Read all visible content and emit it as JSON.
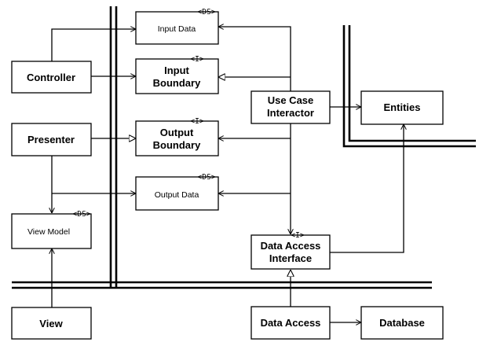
{
  "boxes": {
    "input_data": {
      "label": "Input Data",
      "stereotype": "<DS>"
    },
    "input_boundary": {
      "line1": "Input",
      "line2": "Boundary",
      "stereotype": "<I>"
    },
    "output_boundary": {
      "line1": "Output",
      "line2": "Boundary",
      "stereotype": "<I>"
    },
    "output_data": {
      "label": "Output Data",
      "stereotype": "<DS>"
    },
    "controller": {
      "label": "Controller"
    },
    "presenter": {
      "label": "Presenter"
    },
    "view_model": {
      "label": "View Model",
      "stereotype": "<DS>"
    },
    "view": {
      "label": "View"
    },
    "use_case_interactor": {
      "line1": "Use Case",
      "line2": "Interactor"
    },
    "entities": {
      "label": "Entities"
    },
    "data_access_interface": {
      "line1": "Data Access",
      "line2": "Interface",
      "stereotype": "<I>"
    },
    "data_access": {
      "label": "Data Access"
    },
    "database": {
      "label": "Database"
    }
  },
  "connections": [
    {
      "from": "controller",
      "to": "input_data",
      "arrow": "open"
    },
    {
      "from": "controller",
      "to": "input_boundary",
      "arrow": "open"
    },
    {
      "from": "use_case_interactor",
      "to": "input_data",
      "arrow": "open"
    },
    {
      "from": "use_case_interactor",
      "to": "input_boundary",
      "arrow": "hollow-triangle"
    },
    {
      "from": "use_case_interactor",
      "to": "output_boundary",
      "arrow": "open"
    },
    {
      "from": "use_case_interactor",
      "to": "output_data",
      "arrow": "open"
    },
    {
      "from": "use_case_interactor",
      "to": "entities",
      "arrow": "open"
    },
    {
      "from": "use_case_interactor",
      "to": "data_access_interface",
      "arrow": "open"
    },
    {
      "from": "presenter",
      "to": "output_boundary",
      "arrow": "hollow-triangle"
    },
    {
      "from": "presenter",
      "to": "output_data",
      "arrow": "open"
    },
    {
      "from": "presenter",
      "to": "view_model",
      "arrow": "open"
    },
    {
      "from": "view",
      "to": "view_model",
      "arrow": "open"
    },
    {
      "from": "data_access_interface",
      "to": "entities",
      "arrow": "open"
    },
    {
      "from": "data_access",
      "to": "data_access_interface",
      "arrow": "hollow-triangle"
    },
    {
      "from": "data_access",
      "to": "database",
      "arrow": "open"
    }
  ]
}
